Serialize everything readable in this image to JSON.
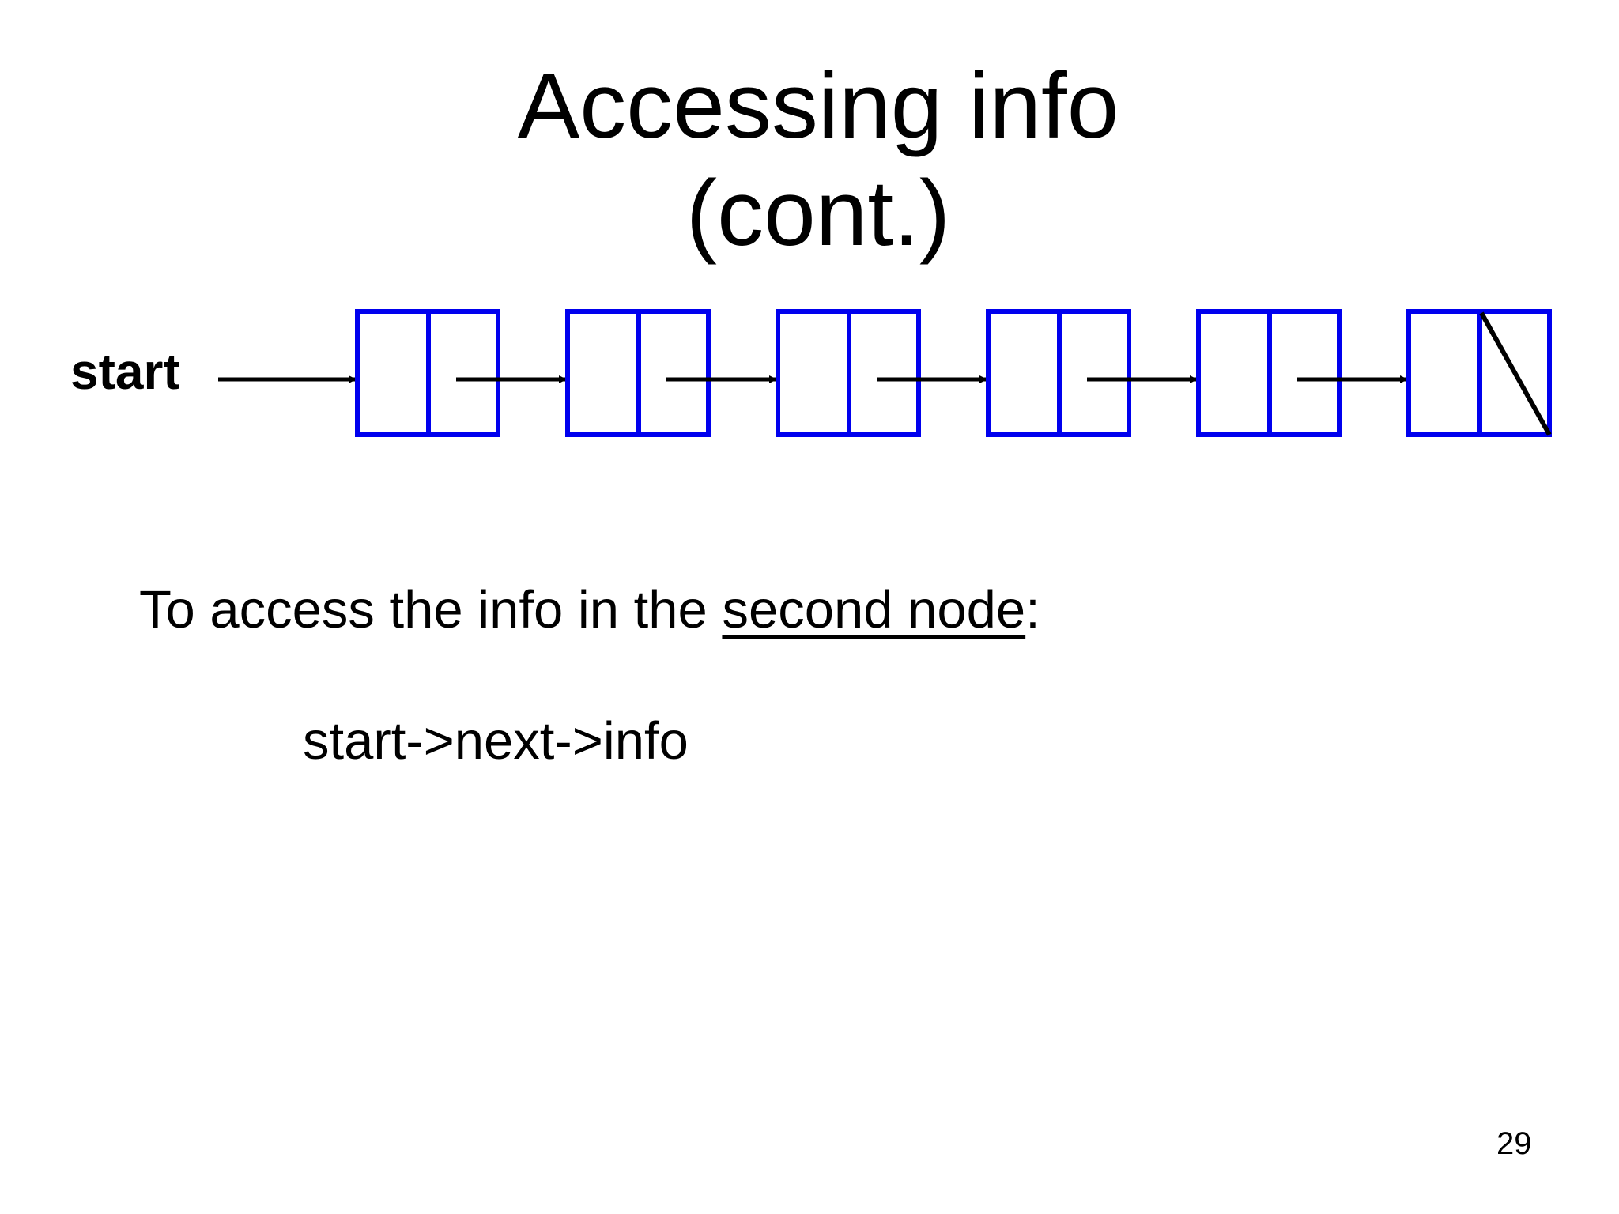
{
  "slide": {
    "title_line1": "Accessing info",
    "title_line2": "(cont.)",
    "page_number": "29"
  },
  "diagram": {
    "pointer_label": "start",
    "node_count": 6,
    "last_node_next": "null",
    "colors": {
      "node_border": "#0000ee",
      "arrow": "#000000"
    }
  },
  "text": {
    "prefix": "To access the info in the ",
    "emphasis": "second node",
    "suffix": ":",
    "code": "start->next->info"
  }
}
